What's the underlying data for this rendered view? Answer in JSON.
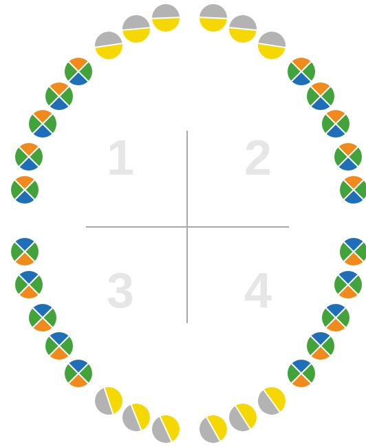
{
  "quadrants": {
    "q1": "1",
    "q2": "2",
    "q3": "3",
    "q4": "4"
  },
  "colors": {
    "green": "#43a33b",
    "orange": "#f08a1c",
    "blue": "#1f6fb8",
    "yellow": "#f5d800",
    "gray": "#b3b3b3",
    "cross": "#a8a8a8",
    "number": "#e6e6e6"
  },
  "teeth": {
    "upper_right": [
      {
        "type": "two-tone",
        "top": "gray",
        "bottom": "yellow"
      },
      {
        "type": "two-tone",
        "top": "gray",
        "bottom": "yellow"
      },
      {
        "type": "two-tone",
        "top": "gray",
        "bottom": "yellow"
      },
      {
        "type": "four-part",
        "top": "orange",
        "right": "green",
        "bottom": "blue",
        "left": "green"
      },
      {
        "type": "four-part",
        "top": "orange",
        "right": "green",
        "bottom": "blue",
        "left": "green"
      },
      {
        "type": "four-part",
        "top": "orange",
        "right": "green",
        "bottom": "blue",
        "left": "green"
      },
      {
        "type": "four-part",
        "top": "orange",
        "right": "green",
        "bottom": "blue",
        "left": "green"
      },
      {
        "type": "four-part",
        "top": "orange",
        "right": "green",
        "bottom": "blue",
        "left": "green"
      }
    ],
    "upper_left": [
      {
        "type": "two-tone",
        "top": "gray",
        "bottom": "yellow"
      },
      {
        "type": "two-tone",
        "top": "gray",
        "bottom": "yellow"
      },
      {
        "type": "two-tone",
        "top": "gray",
        "bottom": "yellow"
      },
      {
        "type": "four-part",
        "top": "orange",
        "right": "green",
        "bottom": "blue",
        "left": "green"
      },
      {
        "type": "four-part",
        "top": "orange",
        "right": "green",
        "bottom": "blue",
        "left": "green"
      },
      {
        "type": "four-part",
        "top": "orange",
        "right": "green",
        "bottom": "blue",
        "left": "green"
      },
      {
        "type": "four-part",
        "top": "orange",
        "right": "green",
        "bottom": "blue",
        "left": "green"
      },
      {
        "type": "four-part",
        "top": "orange",
        "right": "green",
        "bottom": "blue",
        "left": "green"
      }
    ],
    "lower_left": [
      {
        "type": "two-tone",
        "top": "yellow",
        "bottom": "gray"
      },
      {
        "type": "two-tone",
        "top": "yellow",
        "bottom": "gray"
      },
      {
        "type": "two-tone",
        "top": "yellow",
        "bottom": "gray"
      },
      {
        "type": "four-part",
        "top": "blue",
        "right": "green",
        "bottom": "orange",
        "left": "green"
      },
      {
        "type": "four-part",
        "top": "blue",
        "right": "green",
        "bottom": "orange",
        "left": "green"
      },
      {
        "type": "four-part",
        "top": "blue",
        "right": "green",
        "bottom": "orange",
        "left": "green"
      },
      {
        "type": "four-part",
        "top": "blue",
        "right": "green",
        "bottom": "orange",
        "left": "green"
      },
      {
        "type": "four-part",
        "top": "blue",
        "right": "green",
        "bottom": "orange",
        "left": "green"
      }
    ],
    "lower_right": [
      {
        "type": "two-tone",
        "top": "yellow",
        "bottom": "gray"
      },
      {
        "type": "two-tone",
        "top": "yellow",
        "bottom": "gray"
      },
      {
        "type": "two-tone",
        "top": "yellow",
        "bottom": "gray"
      },
      {
        "type": "four-part",
        "top": "blue",
        "right": "green",
        "bottom": "orange",
        "left": "green"
      },
      {
        "type": "four-part",
        "top": "blue",
        "right": "green",
        "bottom": "orange",
        "left": "green"
      },
      {
        "type": "four-part",
        "top": "blue",
        "right": "green",
        "bottom": "orange",
        "left": "green"
      },
      {
        "type": "four-part",
        "top": "blue",
        "right": "green",
        "bottom": "orange",
        "left": "green"
      },
      {
        "type": "four-part",
        "top": "blue",
        "right": "green",
        "bottom": "orange",
        "left": "green"
      }
    ]
  }
}
